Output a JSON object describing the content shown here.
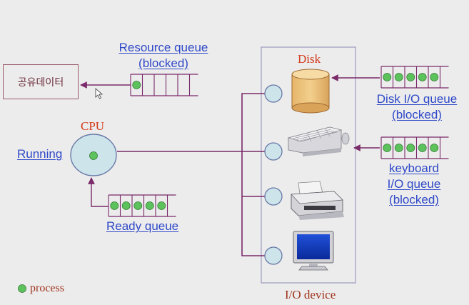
{
  "shared_data": {
    "label": "공유데이터"
  },
  "resource_queue": {
    "title": "Resource queue",
    "status": "(blocked)",
    "process_count": 1,
    "cells": 5
  },
  "cpu": {
    "title": "CPU",
    "state_label": "Running",
    "process_count": 1
  },
  "ready_queue": {
    "title": "Ready queue",
    "process_count": 5,
    "cells": 5
  },
  "io_devices": {
    "group_label": "I/O device",
    "devices": [
      {
        "name": "Disk",
        "icon": "disk-icon"
      },
      {
        "name": "",
        "icon": "keyboard-icon"
      },
      {
        "name": "",
        "icon": "printer-icon"
      },
      {
        "name": "",
        "icon": "monitor-icon"
      }
    ]
  },
  "disk_io_queue": {
    "line1": "Disk I/O queue",
    "line2": "(blocked)",
    "process_count": 5,
    "cells": 5
  },
  "keyboard_io_queue": {
    "line1": "keyboard",
    "line2": "I/O queue",
    "line3": "(blocked)",
    "process_count": 5,
    "cells": 5
  },
  "legend": {
    "label": "process"
  },
  "colors": {
    "process": "#5cc35c",
    "queue_line": "#7a2a6a",
    "label_blue": "#2f49c8",
    "label_red": "#d23a1a",
    "device_circle": "#cce4ea"
  }
}
